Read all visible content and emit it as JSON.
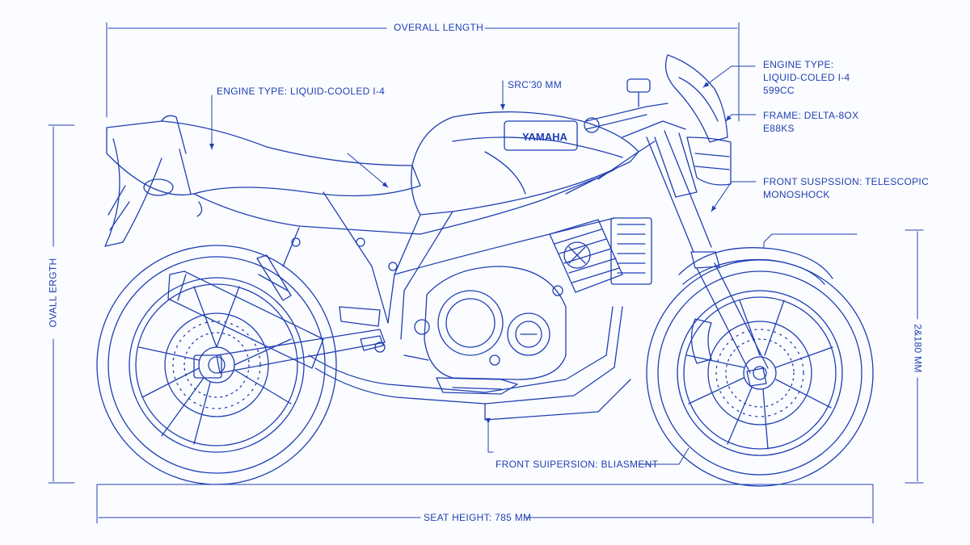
{
  "labels": {
    "overall_length_top": "OVERALL LENGTH",
    "overall_length_left": "OVALL ERGTH",
    "engine_type_left": "ENGINE TYPE: LIQUID-COOLED I-4",
    "tank_dimension": "SRC'30 MM",
    "engine_type_right_1": "ENGINE TYPE:",
    "engine_type_right_2": "LIQUID-COLED I-4",
    "engine_type_right_3": "599CC",
    "frame_1": "FRAME: DELTA-8OX",
    "frame_2": "E88KS",
    "front_suspension_1": "FRONT SUSPSSION: TELESCOPIC",
    "front_suspension_2": "MONOSHOCK",
    "height_right": "2&180 MM",
    "front_suspension_bottom": "FRONT SUIPERSION: BLIASMENT",
    "seat_height": "SEAT HEIGHT: 785 MM",
    "brand_on_tank": "YAMAHA"
  },
  "colors": {
    "line": "#1f3fb3",
    "background": "#fbfcff"
  }
}
